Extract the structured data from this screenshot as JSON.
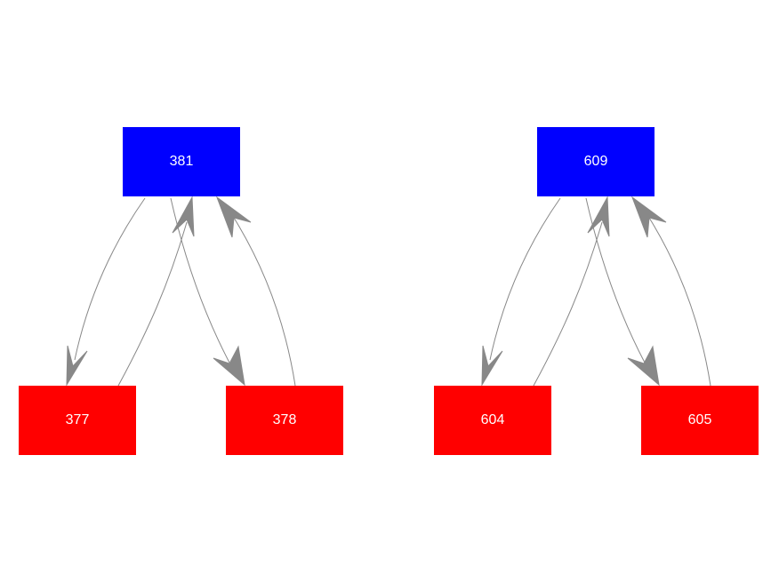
{
  "colors": {
    "parent_node": "#0000ff",
    "child_node": "#ff0000",
    "edge": "#888888"
  },
  "graphs": [
    {
      "parent": {
        "label": "381"
      },
      "children": [
        {
          "label": "377"
        },
        {
          "label": "378"
        }
      ]
    },
    {
      "parent": {
        "label": "609"
      },
      "children": [
        {
          "label": "604"
        },
        {
          "label": "605"
        }
      ]
    }
  ],
  "edges": [
    {
      "from": "381",
      "to": "377"
    },
    {
      "from": "377",
      "to": "381"
    },
    {
      "from": "381",
      "to": "378"
    },
    {
      "from": "378",
      "to": "381"
    },
    {
      "from": "609",
      "to": "604"
    },
    {
      "from": "604",
      "to": "609"
    },
    {
      "from": "609",
      "to": "605"
    },
    {
      "from": "605",
      "to": "609"
    }
  ]
}
